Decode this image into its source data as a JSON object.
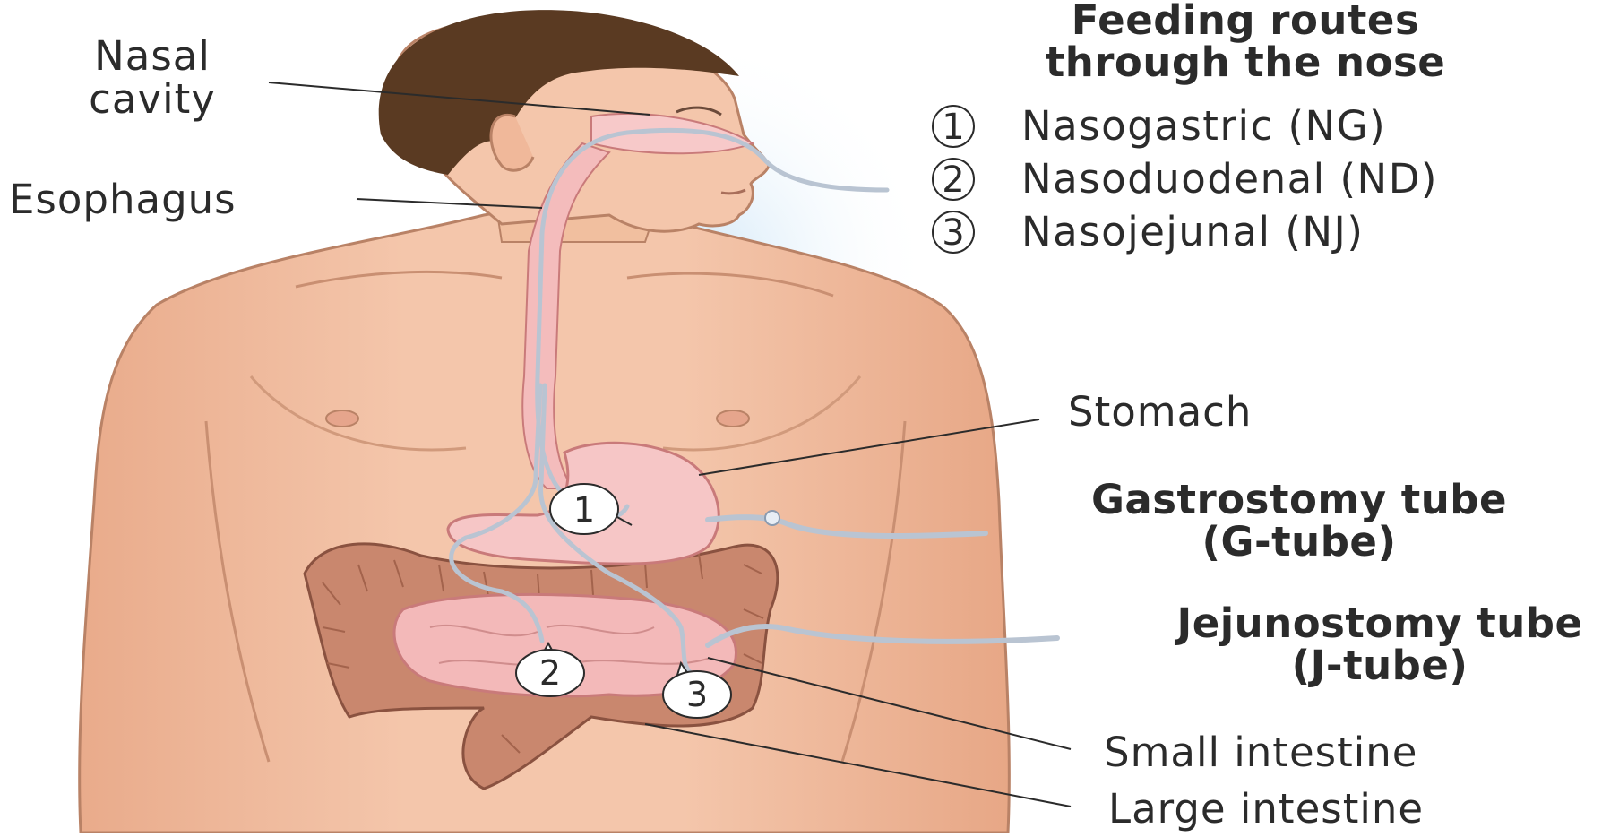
{
  "title": {
    "line1": "Feeding routes",
    "line2": "through the nose"
  },
  "routes": [
    {
      "number": "1",
      "label": "Nasogastric (NG)"
    },
    {
      "number": "2",
      "label": "Nasoduodenal (ND)"
    },
    {
      "number": "3",
      "label": "Nasojejunal (NJ)"
    }
  ],
  "labels": {
    "nasal_cavity_1": "Nasal",
    "nasal_cavity_2": "cavity",
    "esophagus": "Esophagus",
    "stomach": "Stomach",
    "gtube_1": "Gastrostomy tube",
    "gtube_2": "(G-tube)",
    "jtube_1": "Jejunostomy tube",
    "jtube_2": "(J-tube)",
    "small_intestine": "Small intestine",
    "large_intestine": "Large intestine"
  },
  "markers": [
    "1",
    "2",
    "3"
  ],
  "colors": {
    "skin": "#f2c2a6",
    "skin_shade": "#e3a88a",
    "hair": "#5a3a22",
    "stomach": "#f6c6c6",
    "intestine_large": "#c9876e",
    "intestine_small": "#f3b9b9",
    "tube": "#b9c4d2",
    "glow": "#cfe6f7"
  }
}
